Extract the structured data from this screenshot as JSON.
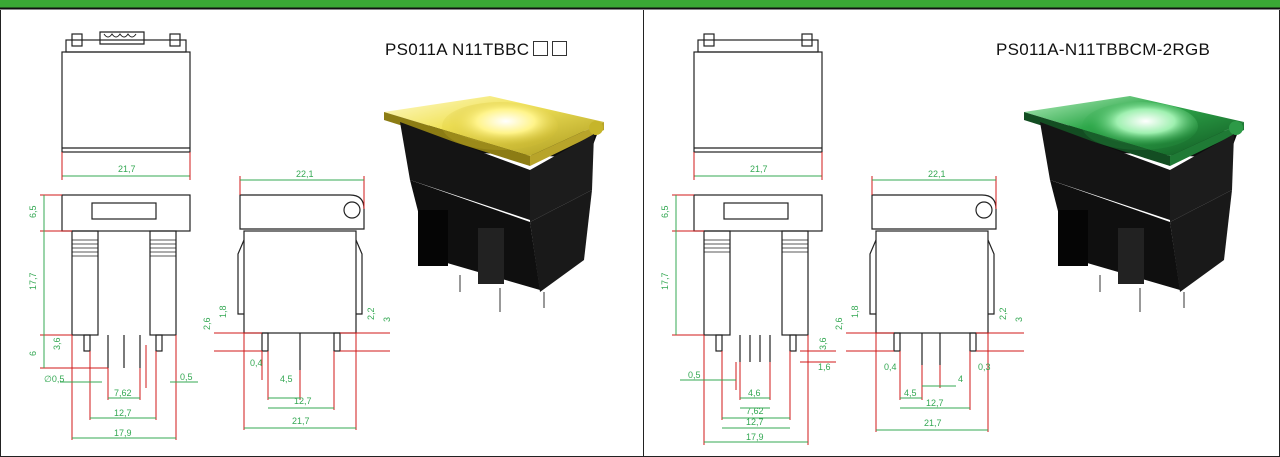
{
  "colors": {
    "bar": "#3aa935",
    "bar_edge": "#111111",
    "dim": "#34a853",
    "line": "#d11818",
    "yellow_cap": "#e9dc3a",
    "green_cap": "#2fa84b"
  },
  "left": {
    "title": "PS011A N11TBBC",
    "title_boxes": 2,
    "dims": {
      "top_width": "21,7",
      "height_top": "6,5",
      "height_body": "17,7",
      "height_pin": "6",
      "pin_len": "3,6",
      "pin_dia": "∅0,5",
      "pin_w": "0,5",
      "p762": "7,62",
      "p127": "12,7",
      "p179": "17,9",
      "side_width": "22,1",
      "side_26": "2,6",
      "side_18": "1,8",
      "side_22": "2,2",
      "side_3": "3",
      "side_04": "0,4",
      "side_45": "4,5",
      "side_127": "12,7",
      "side_217": "21,7"
    }
  },
  "right": {
    "title": "PS011A-N11TBBCM-2RGB",
    "dims": {
      "top_width": "21,7",
      "height_top": "6,5",
      "height_body": "17,7",
      "pin_len": "3,6",
      "pin_w_left": "0,5",
      "pin_16": "1,6",
      "p46": "4,6",
      "p762": "7,62",
      "p127": "12,7",
      "p179": "17,9",
      "side_width": "22,1",
      "side_26": "2,6",
      "side_18": "1,8",
      "side_22": "2,2",
      "side_3": "3",
      "side_04": "0,4",
      "side_03": "0,3",
      "side_4": "4",
      "side_45": "4,5",
      "side_127": "12,7",
      "side_217": "21,7"
    }
  }
}
